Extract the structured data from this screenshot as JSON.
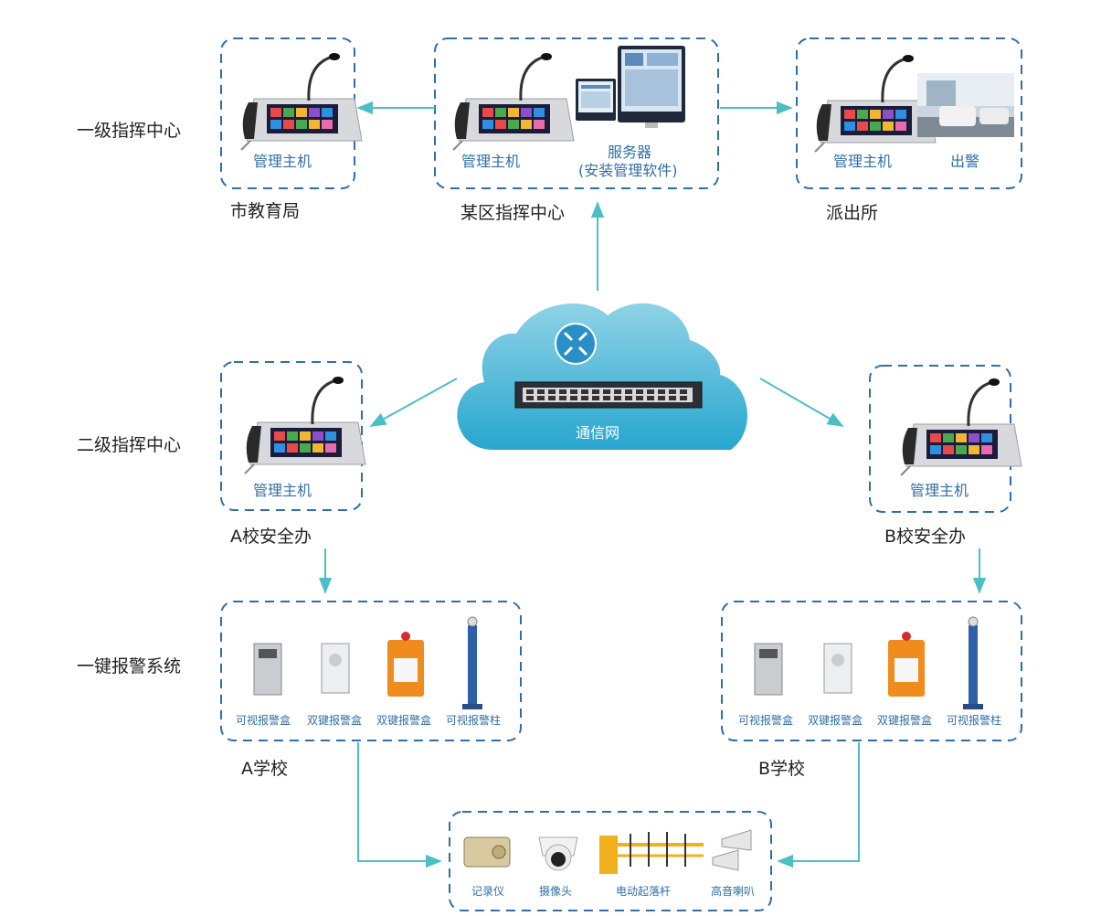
{
  "levels": {
    "level1": "一级指挥中心",
    "level2": "二级指挥中心",
    "alarm_system": "一键报警系统"
  },
  "places": {
    "edu_bureau": "市教育局",
    "district_center": "某区指挥中心",
    "police_station": "派出所",
    "school_a_office": "A校安全办",
    "school_b_office": "B校安全办",
    "school_a": "A学校",
    "school_b": "B学校"
  },
  "devices": {
    "host": "管理主机",
    "server_line1": "服务器",
    "server_line2": "(安装管理软件)",
    "dispatch": "出警",
    "network": "通信网",
    "video_box": "可视报警盒",
    "dual_box": "双键报警盒",
    "video_pillar": "可视报警柱",
    "recorder": "记录仪",
    "camera": "摄像头",
    "barrier": "电动起落杆",
    "speaker": "高音喇叭"
  },
  "colors": {
    "box_border": "#2f6fa8",
    "arrow": "#4bbfc6",
    "cloud_top": "#6fc3dc",
    "cloud_bottom": "#2aa7cf",
    "label_blue": "#2f6fa8"
  }
}
